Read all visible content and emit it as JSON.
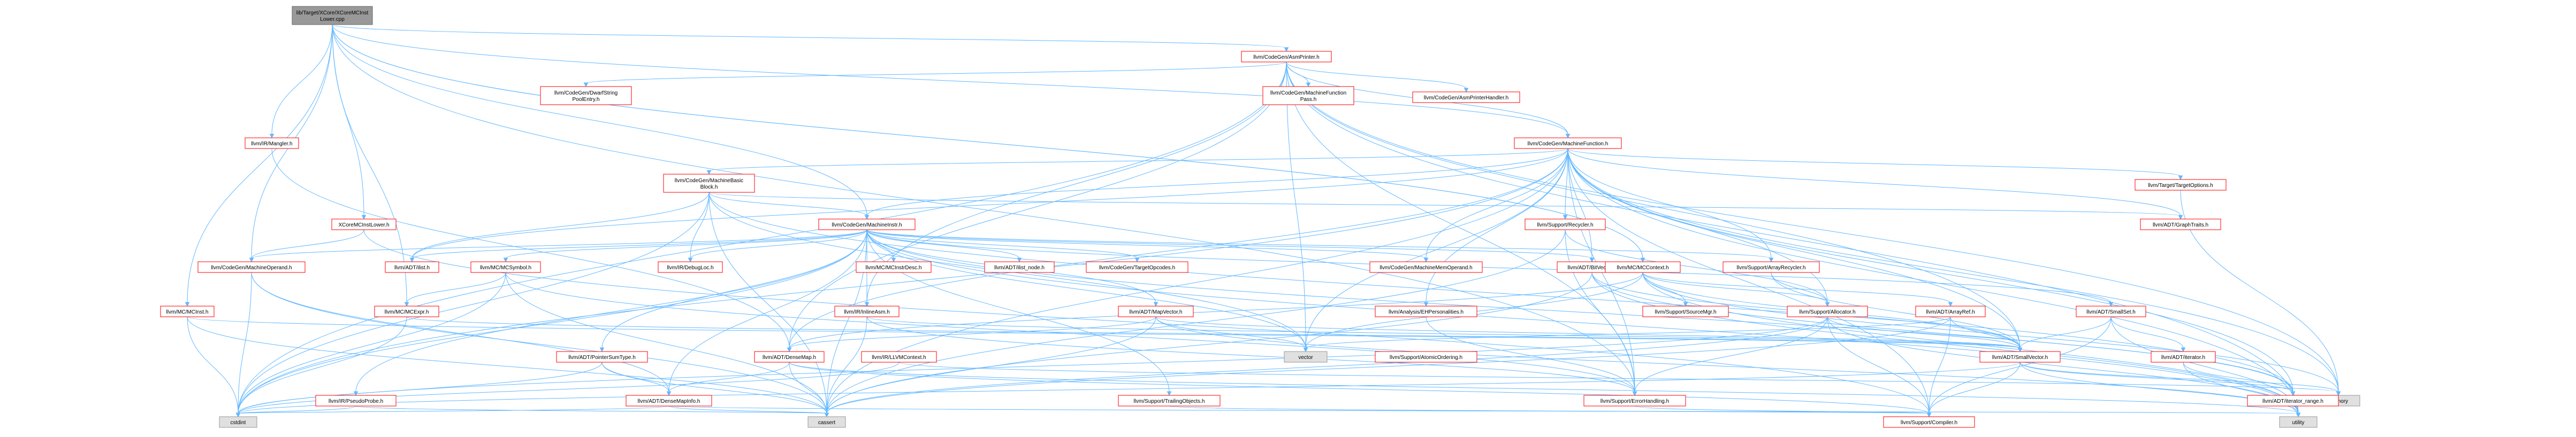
{
  "graph": {
    "nodes": [
      {
        "id": "root",
        "label": "lib/Target/XCore/XCoreMCInst\nLower.cpp",
        "style": "root"
      },
      {
        "id": "asmprinter",
        "label": "llvm/CodeGen/AsmPrinter.h",
        "style": "red"
      },
      {
        "id": "mangler",
        "label": "llvm/IR/Mangler.h",
        "style": "red"
      },
      {
        "id": "xcoremcinstlower",
        "label": "XCoreMCInstLower.h",
        "style": "red"
      },
      {
        "id": "mcinst",
        "label": "llvm/MC/MCInst.h",
        "style": "red"
      },
      {
        "id": "dwarfstring",
        "label": "llvm/CodeGen/DwarfString\nPoolEntry.h",
        "style": "red"
      },
      {
        "id": "mfpass",
        "label": "llvm/CodeGen/MachineFunction\nPass.h",
        "style": "red"
      },
      {
        "id": "asmhandler",
        "label": "llvm/CodeGen/AsmPrinterHandler.h",
        "style": "red"
      },
      {
        "id": "machinefunction",
        "label": "llvm/CodeGen/MachineFunction.h",
        "style": "red"
      },
      {
        "id": "mbb",
        "label": "llvm/CodeGen/MachineBasic\nBlock.h",
        "style": "red"
      },
      {
        "id": "recycler",
        "label": "llvm/Support/Recycler.h",
        "style": "red"
      },
      {
        "id": "targetoptions",
        "label": "llvm/Target/TargetOptions.h",
        "style": "red"
      },
      {
        "id": "graphtraits",
        "label": "llvm/ADT/GraphTraits.h",
        "style": "red"
      },
      {
        "id": "machineinstr",
        "label": "llvm/CodeGen/MachineInstr.h",
        "style": "red"
      },
      {
        "id": "machineoperand",
        "label": "llvm/CodeGen/MachineOperand.h",
        "style": "red"
      },
      {
        "id": "adtilist",
        "label": "llvm/ADT/ilist.h",
        "style": "red"
      },
      {
        "id": "mcsymbol",
        "label": "llvm/MC/MCSymbol.h",
        "style": "red"
      },
      {
        "id": "debugloc",
        "label": "llvm/IR/DebugLoc.h",
        "style": "red"
      },
      {
        "id": "mcinstrdesc",
        "label": "llvm/MC/MCInstrDesc.h",
        "style": "red"
      },
      {
        "id": "ilistnode",
        "label": "llvm/ADT/ilist_node.h",
        "style": "red"
      },
      {
        "id": "targetopcodes",
        "label": "llvm/CodeGen/TargetOpcodes.h",
        "style": "red"
      },
      {
        "id": "mmo",
        "label": "llvm/CodeGen/MachineMemOperand.h",
        "style": "red"
      },
      {
        "id": "bitvector",
        "label": "llvm/ADT/BitVector.h",
        "style": "red"
      },
      {
        "id": "arrayrecycler",
        "label": "llvm/Support/ArrayRecycler.h",
        "style": "red"
      },
      {
        "id": "mccontext",
        "label": "llvm/MC/MCContext.h",
        "style": "red"
      },
      {
        "id": "mcexpr",
        "label": "llvm/MC/MCExpr.h",
        "style": "red"
      },
      {
        "id": "inlineasm",
        "label": "llvm/IR/InlineAsm.h",
        "style": "red"
      },
      {
        "id": "mapvector",
        "label": "llvm/ADT/MapVector.h",
        "style": "red"
      },
      {
        "id": "ehpersonalities",
        "label": "llvm/Analysis/EHPersonalities.h",
        "style": "red"
      },
      {
        "id": "atomicordering",
        "label": "llvm/Support/AtomicOrdering.h",
        "style": "red"
      },
      {
        "id": "sourcemgr",
        "label": "llvm/Support/SourceMgr.h",
        "style": "red"
      },
      {
        "id": "allocator",
        "label": "llvm/Support/Allocator.h",
        "style": "red"
      },
      {
        "id": "arrayref",
        "label": "llvm/ADT/ArrayRef.h",
        "style": "red"
      },
      {
        "id": "smallset",
        "label": "llvm/ADT/SmallSet.h",
        "style": "red"
      },
      {
        "id": "pointersumtype",
        "label": "llvm/ADT/PointerSumType.h",
        "style": "red"
      },
      {
        "id": "densemap",
        "label": "llvm/ADT/DenseMap.h",
        "style": "red"
      },
      {
        "id": "llvmcontext",
        "label": "llvm/IR/LLVMContext.h",
        "style": "red"
      },
      {
        "id": "vector",
        "label": "vector",
        "style": "grey"
      },
      {
        "id": "smallvector",
        "label": "llvm/ADT/SmallVector.h",
        "style": "red"
      },
      {
        "id": "iterator",
        "label": "llvm/ADT/iterator.h",
        "style": "red"
      },
      {
        "id": "pseudoprobe",
        "label": "llvm/IR/PseudoProbe.h",
        "style": "red"
      },
      {
        "id": "densemapinfo",
        "label": "llvm/ADT/DenseMapInfo.h",
        "style": "red"
      },
      {
        "id": "trackingobjects",
        "label": "llvm/Support/TrailingObjects.h",
        "style": "red"
      },
      {
        "id": "errorhandling",
        "label": "llvm/Support/ErrorHandling.h",
        "style": "red"
      },
      {
        "id": "memory",
        "label": "memory",
        "style": "grey"
      },
      {
        "id": "iteratorrange",
        "label": "llvm/ADT/iterator_range.h",
        "style": "red"
      },
      {
        "id": "cstdint",
        "label": "cstdint",
        "style": "grey"
      },
      {
        "id": "cassert",
        "label": "cassert",
        "style": "grey"
      },
      {
        "id": "compiler",
        "label": "llvm/Support/Compiler.h",
        "style": "red"
      },
      {
        "id": "utility",
        "label": "utility",
        "style": "grey"
      }
    ],
    "edges": [
      [
        "root",
        "asmprinter"
      ],
      [
        "root",
        "mangler"
      ],
      [
        "root",
        "xcoremcinstlower"
      ],
      [
        "root",
        "mcinst"
      ],
      [
        "root",
        "machinefunction"
      ],
      [
        "root",
        "machineinstr"
      ],
      [
        "root",
        "machineoperand"
      ],
      [
        "root",
        "mccontext"
      ],
      [
        "root",
        "mcexpr"
      ],
      [
        "root",
        "errorhandling"
      ],
      [
        "root",
        "mccontext"
      ],
      [
        "asmprinter",
        "dwarfstring"
      ],
      [
        "asmprinter",
        "mfpass"
      ],
      [
        "asmprinter",
        "asmhandler"
      ],
      [
        "asmprinter",
        "machinefunction"
      ],
      [
        "asmprinter",
        "vector"
      ],
      [
        "asmprinter",
        "memory"
      ],
      [
        "asmprinter",
        "cstdint"
      ],
      [
        "asmprinter",
        "utility"
      ],
      [
        "asmprinter",
        "densemap"
      ],
      [
        "asmprinter",
        "smallvector"
      ],
      [
        "asmprinter",
        "errorhandling"
      ],
      [
        "asmprinter",
        "inlineasm"
      ],
      [
        "mangler",
        "densemap"
      ],
      [
        "xcoremcinstlower",
        "machineoperand"
      ],
      [
        "xcoremcinstlower",
        "compiler"
      ],
      [
        "mcinst",
        "cstdint"
      ],
      [
        "mcinst",
        "smallvector"
      ],
      [
        "mcinst",
        "cassert"
      ],
      [
        "machinefunction",
        "mbb"
      ],
      [
        "machinefunction",
        "recycler"
      ],
      [
        "machinefunction",
        "targetoptions"
      ],
      [
        "machinefunction",
        "graphtraits"
      ],
      [
        "machinefunction",
        "machineinstr"
      ],
      [
        "machinefunction",
        "mmo"
      ],
      [
        "machinefunction",
        "bitvector"
      ],
      [
        "machinefunction",
        "arrayrecycler"
      ],
      [
        "machinefunction",
        "allocator"
      ],
      [
        "machinefunction",
        "smallvector"
      ],
      [
        "machinefunction",
        "ehpersonalities"
      ],
      [
        "machinefunction",
        "vector"
      ],
      [
        "machinefunction",
        "cstdint"
      ],
      [
        "machinefunction",
        "cassert"
      ],
      [
        "machinefunction",
        "utility"
      ],
      [
        "machinefunction",
        "memory"
      ],
      [
        "machinefunction",
        "densemap"
      ],
      [
        "machinefunction",
        "adtilist"
      ],
      [
        "machinefunction",
        "iteratorrange"
      ],
      [
        "machinefunction",
        "errorhandling"
      ],
      [
        "machinefunction",
        "compiler"
      ],
      [
        "mbb",
        "machineinstr"
      ],
      [
        "mbb",
        "graphtraits"
      ],
      [
        "mbb",
        "debugloc"
      ],
      [
        "mbb",
        "adtilist"
      ],
      [
        "mbb",
        "iteratorrange"
      ],
      [
        "mbb",
        "cassert"
      ],
      [
        "mbb",
        "cstdint"
      ],
      [
        "mbb",
        "vector"
      ],
      [
        "recycler",
        "allocator"
      ],
      [
        "recycler",
        "errorhandling"
      ],
      [
        "recycler",
        "cassert"
      ],
      [
        "targetoptions",
        "memory"
      ],
      [
        "machineinstr",
        "machineoperand"
      ],
      [
        "machineinstr",
        "adtilist"
      ],
      [
        "machineinstr",
        "mcsymbol"
      ],
      [
        "machineinstr",
        "debugloc"
      ],
      [
        "machineinstr",
        "mcinstrdesc"
      ],
      [
        "machineinstr",
        "ilistnode"
      ],
      [
        "machineinstr",
        "targetopcodes"
      ],
      [
        "machineinstr",
        "mmo"
      ],
      [
        "machineinstr",
        "bitvector"
      ],
      [
        "machineinstr",
        "arrayrecycler"
      ],
      [
        "machineinstr",
        "inlineasm"
      ],
      [
        "machineinstr",
        "mapvector"
      ],
      [
        "machineinstr",
        "pointersumtype"
      ],
      [
        "machineinstr",
        "densemapinfo"
      ],
      [
        "machineinstr",
        "trackingobjects"
      ],
      [
        "machineinstr",
        "pseudoprobe"
      ],
      [
        "machineinstr",
        "cstdint"
      ],
      [
        "machineinstr",
        "cassert"
      ],
      [
        "machineinstr",
        "utility"
      ],
      [
        "machineinstr",
        "vector"
      ],
      [
        "machineinstr",
        "smallset"
      ],
      [
        "machineinstr",
        "iteratorrange"
      ],
      [
        "machineoperand",
        "densemapinfo"
      ],
      [
        "machineoperand",
        "cassert"
      ],
      [
        "machineoperand",
        "cstdint"
      ],
      [
        "mcsymbol",
        "mcexpr"
      ],
      [
        "mcsymbol",
        "cstdint"
      ],
      [
        "mcsymbol",
        "cassert"
      ],
      [
        "mcsymbol",
        "errorhandling"
      ],
      [
        "bitvector",
        "smallvector"
      ],
      [
        "bitvector",
        "iteratorrange"
      ],
      [
        "bitvector",
        "cassert"
      ],
      [
        "bitvector",
        "utility"
      ],
      [
        "arrayrecycler",
        "allocator"
      ],
      [
        "arrayrecycler",
        "smallvector"
      ],
      [
        "mccontext",
        "sourcemgr"
      ],
      [
        "mccontext",
        "allocator"
      ],
      [
        "mccontext",
        "arrayref"
      ],
      [
        "mccontext",
        "smallvector"
      ],
      [
        "mccontext",
        "densemap"
      ],
      [
        "mccontext",
        "vector"
      ],
      [
        "mccontext",
        "memory"
      ],
      [
        "mccontext",
        "utility"
      ],
      [
        "mcexpr",
        "smallvector"
      ],
      [
        "mcexpr",
        "cstdint"
      ],
      [
        "inlineasm",
        "smallvector"
      ],
      [
        "inlineasm",
        "errorhandling"
      ],
      [
        "inlineasm",
        "cassert"
      ],
      [
        "mapvector",
        "densemap"
      ],
      [
        "mapvector",
        "smallvector"
      ],
      [
        "mapvector",
        "vector"
      ],
      [
        "mapvector",
        "cassert"
      ],
      [
        "mapvector",
        "utility"
      ],
      [
        "ehpersonalities",
        "errorhandling"
      ],
      [
        "allocator",
        "smallvector"
      ],
      [
        "allocator",
        "compiler"
      ],
      [
        "allocator",
        "errorhandling"
      ],
      [
        "allocator",
        "cassert"
      ],
      [
        "allocator",
        "cstdint"
      ],
      [
        "allocator",
        "utility"
      ],
      [
        "arrayref",
        "smallvector"
      ],
      [
        "arrayref",
        "compiler"
      ],
      [
        "arrayref",
        "cassert"
      ],
      [
        "arrayref",
        "vector"
      ],
      [
        "smallset",
        "smallvector"
      ],
      [
        "smallset",
        "iterator"
      ],
      [
        "smallset",
        "compiler"
      ],
      [
        "smallset",
        "utility"
      ],
      [
        "pointersumtype",
        "densemapinfo"
      ],
      [
        "pointersumtype",
        "cassert"
      ],
      [
        "pointersumtype",
        "cstdint"
      ],
      [
        "densemap",
        "densemapinfo"
      ],
      [
        "densemap",
        "cassert"
      ],
      [
        "densemap",
        "utility"
      ],
      [
        "densemap",
        "compiler"
      ],
      [
        "llvmcontext",
        "cstdint"
      ],
      [
        "llvmcontext",
        "memory"
      ],
      [
        "smallvector",
        "compiler"
      ],
      [
        "smallvector",
        "memory"
      ],
      [
        "smallvector",
        "utility"
      ],
      [
        "smallvector",
        "iteratorrange"
      ],
      [
        "smallvector",
        "cstdint"
      ],
      [
        "iterator",
        "iteratorrange"
      ],
      [
        "iterator",
        "utility"
      ],
      [
        "pseudoprobe",
        "cassert"
      ],
      [
        "pseudoprobe",
        "cstdint"
      ],
      [
        "densemapinfo",
        "cassert"
      ],
      [
        "densemapinfo",
        "cstdint"
      ],
      [
        "densemapinfo",
        "utility"
      ],
      [
        "trackingobjects",
        "compiler"
      ],
      [
        "errorhandling",
        "compiler"
      ],
      [
        "iteratorrange",
        "utility"
      ]
    ]
  }
}
